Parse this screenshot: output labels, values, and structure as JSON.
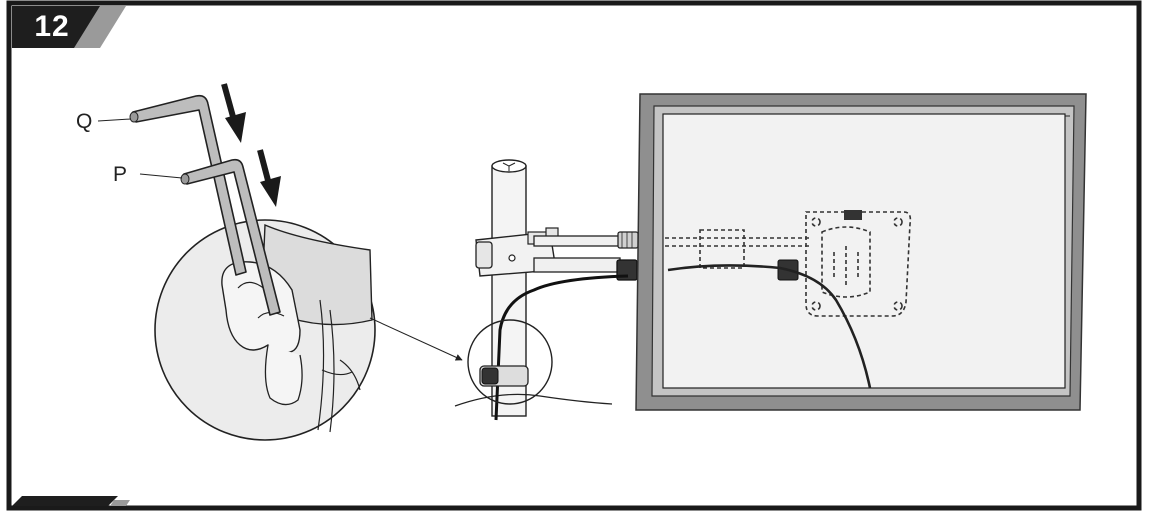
{
  "step": {
    "number": "12"
  },
  "parts": {
    "q_label": "Q",
    "p_label": "P"
  },
  "colors": {
    "frame": "#1a1a1a",
    "badge": "#1e1e1e",
    "badge_accent": "#9a9a9a",
    "line_art": "#222222",
    "monitor_frame": "#8f8f8f",
    "monitor_screen": "#f2f2f2",
    "wrench_fill": "#bdbdbd",
    "detail_fill": "#ececec"
  },
  "icons": {
    "arrow": "down-arrow-icon"
  }
}
